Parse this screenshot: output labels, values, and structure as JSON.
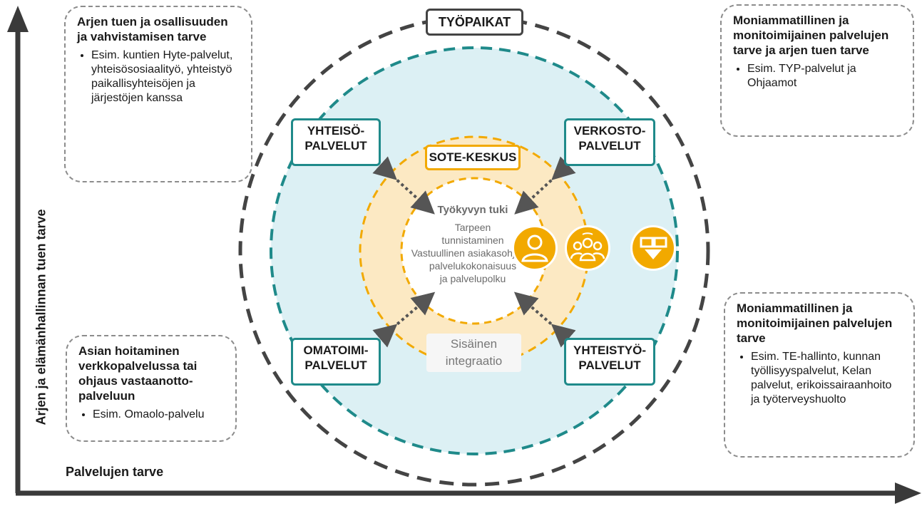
{
  "axes": {
    "y_label": "Arjen ja elämänhallinnan tuen tarve",
    "x_label": "Palvelujen tarve"
  },
  "outer_ring_label": "TYÖPAIKAT",
  "center": {
    "sote_label": "SOTE-KESKUS",
    "title": "Työkyvyn tuki",
    "lines": [
      "Tarpeen",
      "tunnistaminen",
      "Vastuullinen asiakasohjaus-",
      "palvelukokonaisuus",
      "ja palvelupolku"
    ],
    "integration": [
      "Sisäinen",
      "integraatio"
    ]
  },
  "services": {
    "yhteiso": [
      "YHTEISÖ-",
      "PALVELUT"
    ],
    "verkosto": [
      "VERKOSTO-",
      "PALVELUT"
    ],
    "omatoimi": [
      "OMATOIMI-",
      "PALVELUT"
    ],
    "yhteistyo": [
      "YHTEISTYÖ-",
      "PALVELUT"
    ]
  },
  "notes": {
    "top_left": {
      "heading": "Arjen tuen ja osallisuuden ja vahvistamisen tarve",
      "items": [
        "Esim. kuntien Hyte-palvelut, yhteisösosiaalityö, yhteistyö paikallisyhteisöjen ja järjestöjen kanssa"
      ]
    },
    "top_right": {
      "heading": "Moniammatillinen ja monitoimijainen palvelujen tarve ja arjen tuen tarve",
      "items": [
        "Esim. TYP-palvelut ja Ohjaamot"
      ]
    },
    "bottom_left": {
      "heading": "Asian hoitaminen verkkopalvelussa tai ohjaus vastaanotto-palveluun",
      "items": [
        "Esim. Omaolo-palvelu"
      ]
    },
    "bottom_right": {
      "heading": "Moniammatillinen ja monitoimijainen palvelujen tarve",
      "items": [
        "Esim. TE-hallinto, kunnan työllisyyspalvelut, Kelan palvelut, erikoissairaanhoito ja työterveyshuolto"
      ]
    }
  },
  "icons": [
    "person-icon",
    "group-icon",
    "speech-bubbles-icon"
  ],
  "colors": {
    "teal": "#1f8a8a",
    "orange": "#f2a900",
    "light_blue": "#dcf0f4",
    "light_orange": "#fce9c3",
    "dark_ring": "#444444"
  }
}
